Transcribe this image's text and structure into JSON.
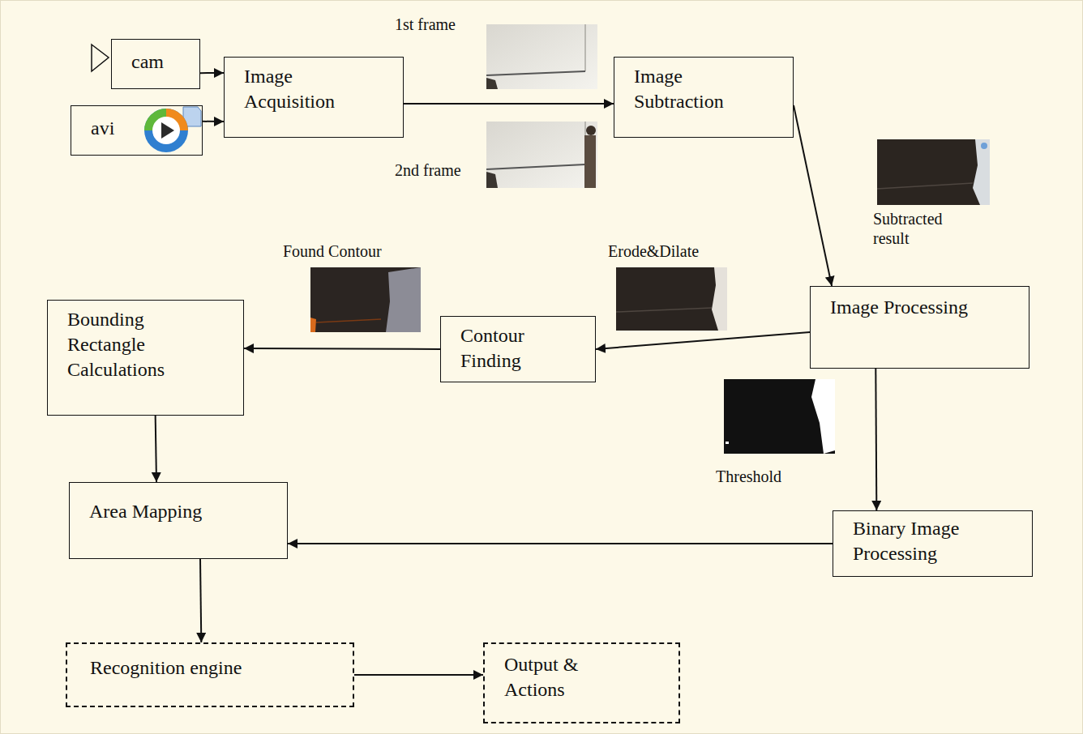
{
  "diagram": {
    "nodes": [
      {
        "text": [
          "cam"
        ]
      },
      {
        "text": [
          "avi"
        ]
      },
      {
        "text": [
          "Image Acquisition"
        ]
      },
      {
        "text": [
          "Image Subtraction"
        ]
      },
      {
        "text": [
          "Image Processing"
        ]
      },
      {
        "text": [
          "Contour Finding"
        ]
      },
      {
        "text": [
          "Bounding Rectangle Calculations"
        ]
      },
      {
        "text": [
          "Binary Image Processing"
        ]
      },
      {
        "text": [
          "Area Mapping"
        ]
      },
      {
        "text": [
          "Recognition engine"
        ]
      },
      {
        "text": [
          "Output & Actions"
        ]
      }
    ],
    "edges": [
      {
        "from": 0,
        "to": 2,
        "arrow": "to"
      },
      {
        "from": 1,
        "to": 2,
        "arrow": "to"
      },
      {
        "from": 2,
        "to": 3,
        "arrow": "to"
      },
      {
        "from": 3,
        "to": 4,
        "arrow": "to"
      },
      {
        "from": 4,
        "to": 5,
        "arrow": "to"
      },
      {
        "from": 5,
        "to": 6,
        "arrow": "to"
      },
      {
        "from": 4,
        "to": 7,
        "arrow": "to"
      },
      {
        "from": 6,
        "to": 8,
        "arrow": "to"
      },
      {
        "from": 7,
        "to": 8,
        "arrow": "to"
      },
      {
        "from": 8,
        "to": 9,
        "arrow": "to"
      },
      {
        "from": 9,
        "to": 10,
        "arrow": "to"
      }
    ],
    "labels": [
      "1st frame",
      "2nd frame",
      "Subtracted result",
      "Found Contour",
      "Erode&Dilate",
      "Threshold"
    ]
  }
}
